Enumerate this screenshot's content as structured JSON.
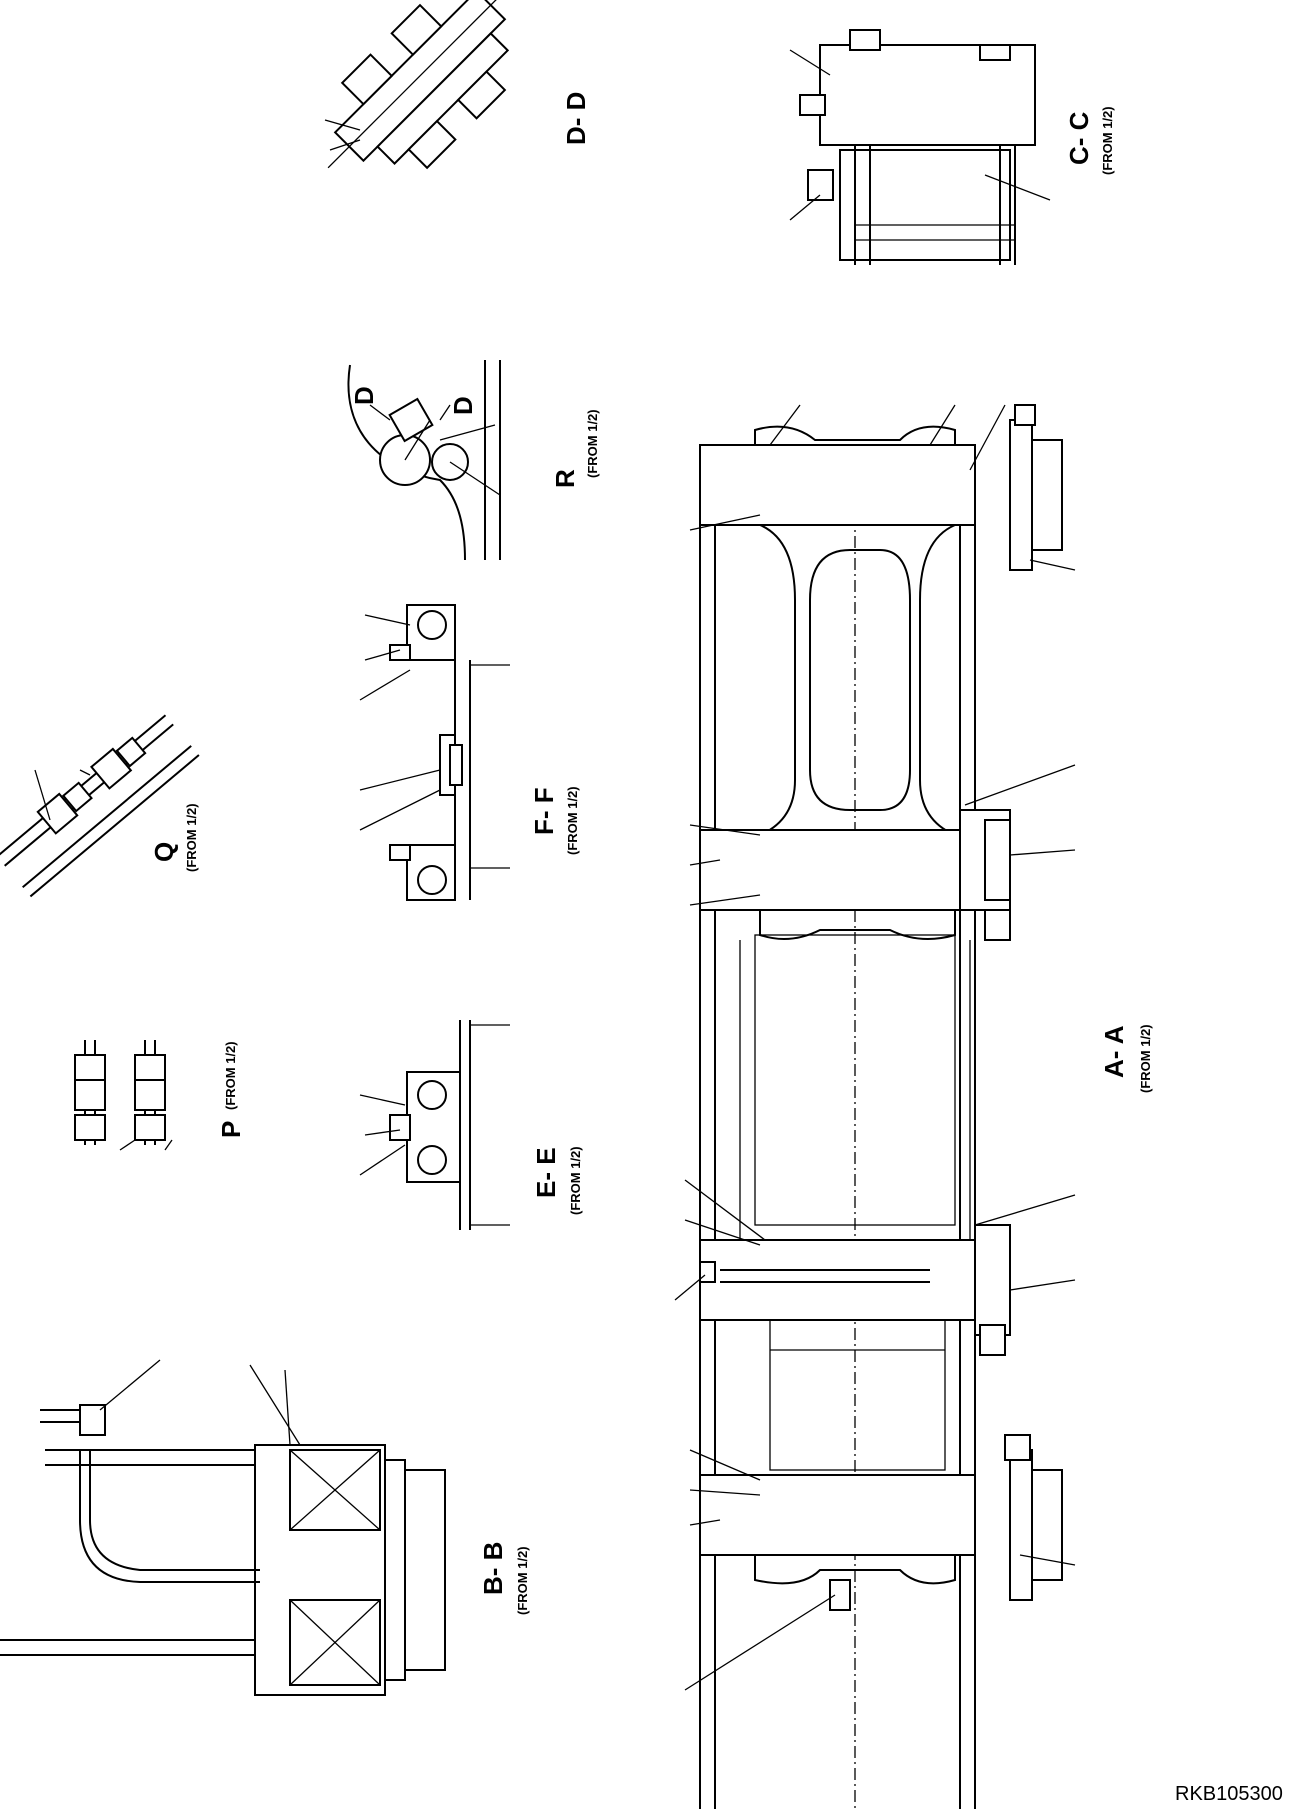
{
  "drawing_code": "RKB105300",
  "views": {
    "aa": {
      "title": "A- A",
      "source": "(FROM 1/2)"
    },
    "bb": {
      "title": "B- B",
      "source": "(FROM 1/2)"
    },
    "cc": {
      "title": "C- C",
      "source": "(FROM 1/2)"
    },
    "dd": {
      "title": "D- D"
    },
    "ee": {
      "title": "E- E",
      "source": "(FROM 1/2)"
    },
    "ff": {
      "title": "F- F",
      "source": "(FROM 1/2)"
    },
    "p": {
      "title": "P",
      "source": "(FROM 1/2)"
    },
    "q": {
      "title": "Q",
      "source": "(FROM 1/2)"
    },
    "r": {
      "title": "R",
      "source": "(FROM 1/2)",
      "section_marker": "D"
    }
  }
}
